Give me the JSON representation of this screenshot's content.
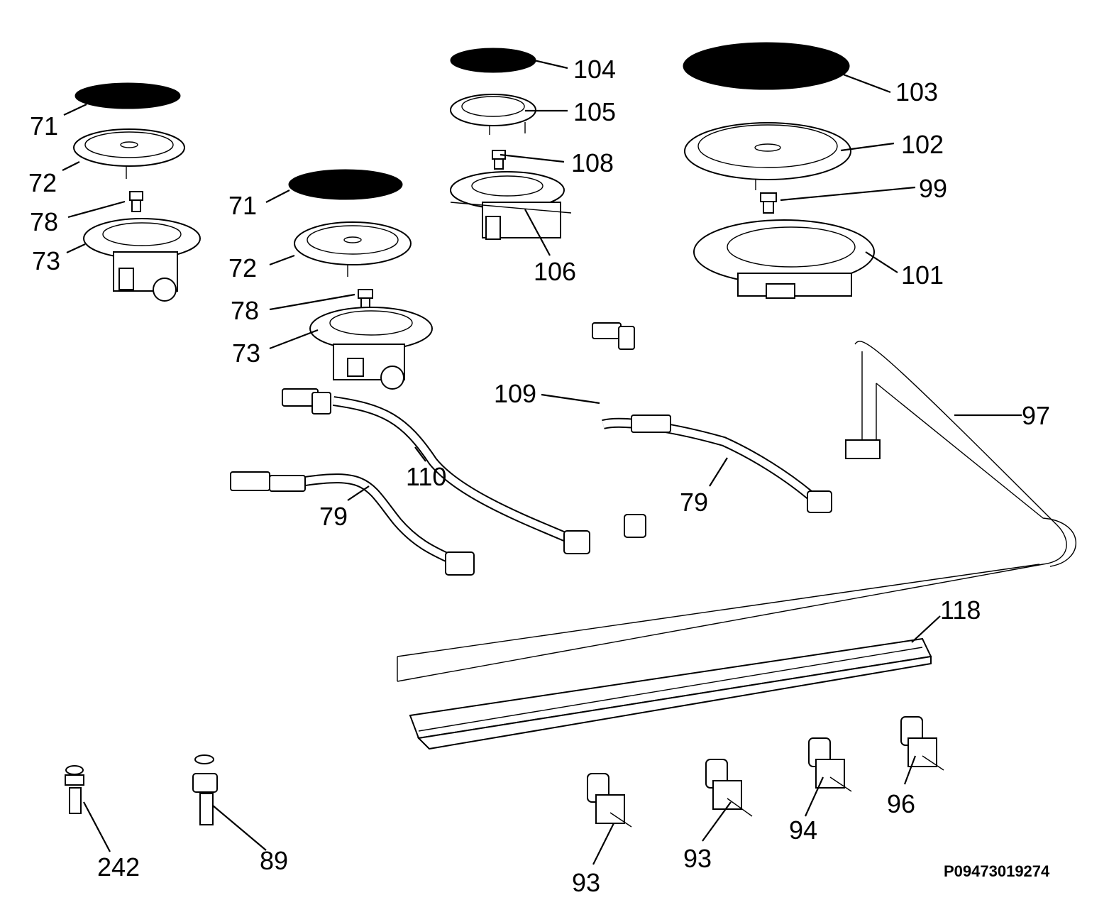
{
  "diagram_code": "P09473019274",
  "part_labels": {
    "p71a": "71",
    "p72a": "72",
    "p78a": "78",
    "p73a": "73",
    "p71b": "71",
    "p72b": "72",
    "p78b": "78",
    "p73b": "73",
    "p104": "104",
    "p105": "105",
    "p108": "108",
    "p106": "106",
    "p103": "103",
    "p102": "102",
    "p99": "99",
    "p101": "101",
    "p109": "109",
    "p110": "110",
    "p79a": "79",
    "p79b": "79",
    "p97": "97",
    "p118": "118",
    "p242": "242",
    "p89": "89",
    "p93a": "93",
    "p93b": "93",
    "p94": "94",
    "p96": "96"
  }
}
